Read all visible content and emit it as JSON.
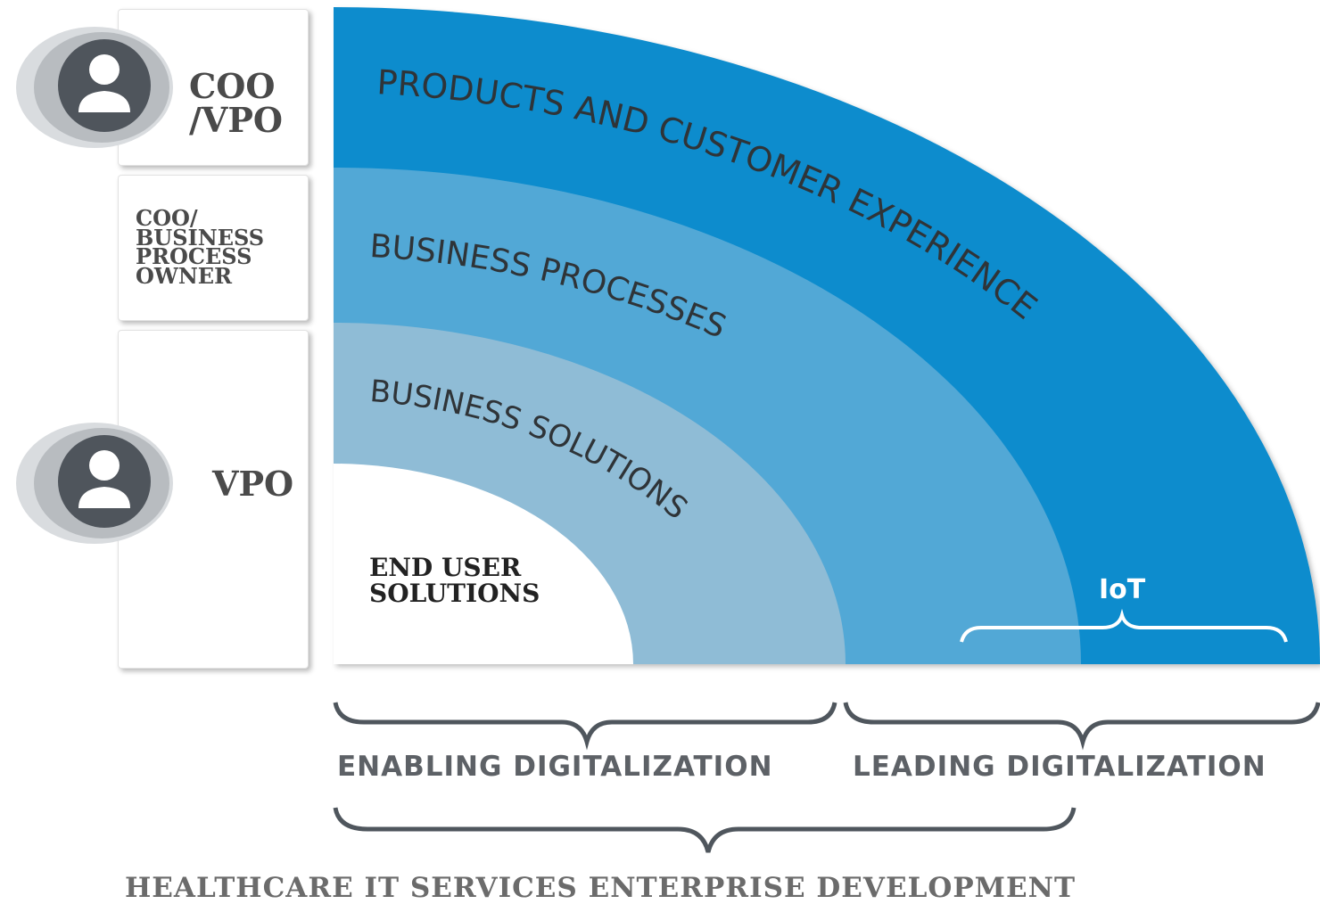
{
  "roles": [
    {
      "label": "COO\n/VPO",
      "icon": "user-icon"
    },
    {
      "label": "COO/\nBUSINESS\nPROCESS\nOWNER"
    },
    {
      "label": "VPO",
      "icon": "user-icon"
    }
  ],
  "layers": [
    {
      "label": "END USER\nSOLUTIONS",
      "color": "#ffffff"
    },
    {
      "label": "BUSINESS SOLUTIONS",
      "color": "#8fbcd6"
    },
    {
      "label": "BUSINESS PROCESSES",
      "color": "#52a8d6"
    },
    {
      "label": "PRODUCTS AND CUSTOMER EXPERIENCE",
      "color": "#0d8ccd"
    }
  ],
  "iot_label": "IoT",
  "groups": {
    "enabling": "ENABLING DIGITALIZATION",
    "leading": "LEADING DIGITALIZATION"
  },
  "footer": "HEALTHCARE IT SERVICES ENTERPRISE DEVELOPMENT",
  "colors": {
    "avatar_dark": "#4f555c",
    "avatar_ring": "#b8bcc0",
    "brace": "#4f565d",
    "brace_light": "#ffffff"
  }
}
